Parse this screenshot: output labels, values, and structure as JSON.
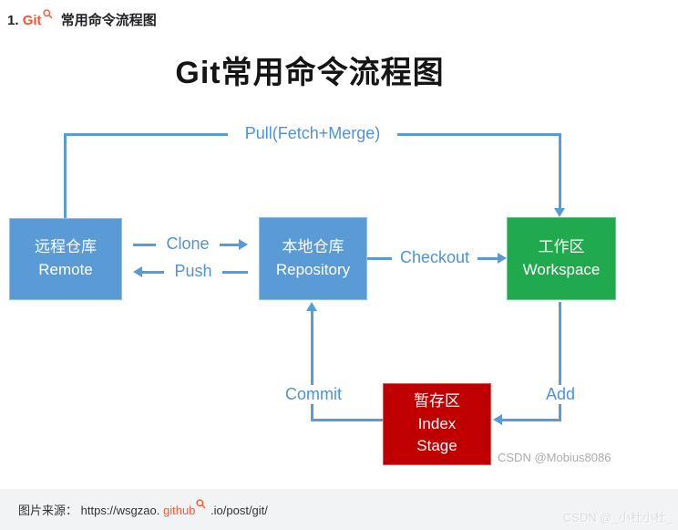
{
  "page": {
    "heading": {
      "number": "1.",
      "keyword": "Git",
      "rest": "常用命令流程图"
    }
  },
  "diagram": {
    "title": "Git常用命令流程图",
    "nodes": {
      "remote": {
        "zh": "远程仓库",
        "en": "Remote"
      },
      "repository": {
        "zh": "本地仓库",
        "en": "Repository"
      },
      "workspace": {
        "zh": "工作区",
        "en": "Workspace"
      },
      "index": {
        "zh": "暂存区",
        "en": "Index",
        "en2": "Stage"
      }
    },
    "edges": {
      "pull": "Pull(Fetch+Merge)",
      "clone": "Clone",
      "push": "Push",
      "checkout": "Checkout",
      "commit": "Commit",
      "add": "Add"
    },
    "colors": {
      "box_blue": "#5b9bd5",
      "box_green": "#21a94e",
      "box_red": "#c00000",
      "line_blue": "#5b9bd5",
      "label_blue": "#4d93d9",
      "link_red": "#fc5531"
    },
    "watermark": "CSDN @Mobius8086"
  },
  "footer": {
    "source_label": "图片来源：",
    "url_prefix": "https://wsgzao.",
    "url_keyword": "github",
    "url_suffix": ".io/post/git/",
    "watermark": "CSDN @_小杜小杜_"
  }
}
